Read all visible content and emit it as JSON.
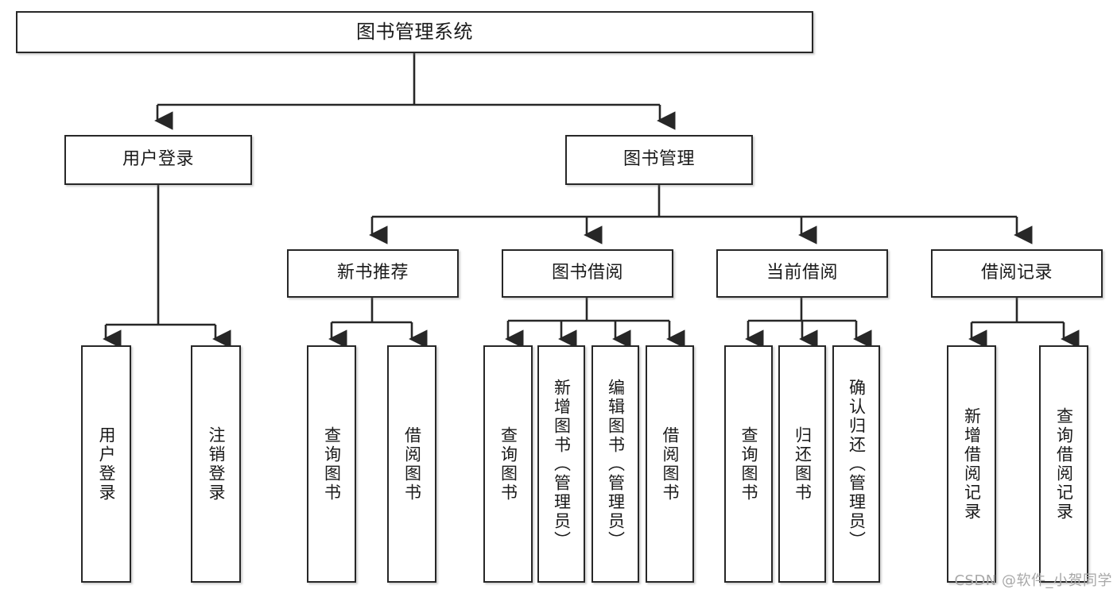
{
  "diagram": {
    "type": "tree",
    "title": "图书管理系统",
    "root": {
      "label": "图书管理系统"
    },
    "level2": [
      {
        "label": "用户登录"
      },
      {
        "label": "图书管理"
      }
    ],
    "level3": [
      {
        "label": "新书推荐"
      },
      {
        "label": "图书借阅"
      },
      {
        "label": "当前借阅"
      },
      {
        "label": "借阅记录"
      }
    ],
    "leaves": [
      {
        "label": "用户登录",
        "parent": "用户登录"
      },
      {
        "label": "注销登录",
        "parent": "用户登录"
      },
      {
        "label": "查询图书",
        "parent": "新书推荐"
      },
      {
        "label": "借阅图书",
        "parent": "新书推荐"
      },
      {
        "label": "查询图书",
        "parent": "图书借阅"
      },
      {
        "label": "新增图书（管理员）",
        "parent": "图书借阅"
      },
      {
        "label": "编辑图书（管理员）",
        "parent": "图书借阅"
      },
      {
        "label": "借阅图书",
        "parent": "图书借阅"
      },
      {
        "label": "查询图书",
        "parent": "当前借阅"
      },
      {
        "label": "归还图书",
        "parent": "当前借阅"
      },
      {
        "label": "确认归还（管理员）",
        "parent": "当前借阅"
      },
      {
        "label": "新增借阅记录",
        "parent": "借阅记录"
      },
      {
        "label": "查询借阅记录",
        "parent": "借阅记录"
      }
    ]
  },
  "watermark": {
    "text": "CSDN @软件_小贺同学"
  },
  "colors": {
    "stroke": "#272727",
    "background": "#ffffff",
    "text": "#1a1a1a",
    "watermark": "#a8a8a8"
  }
}
